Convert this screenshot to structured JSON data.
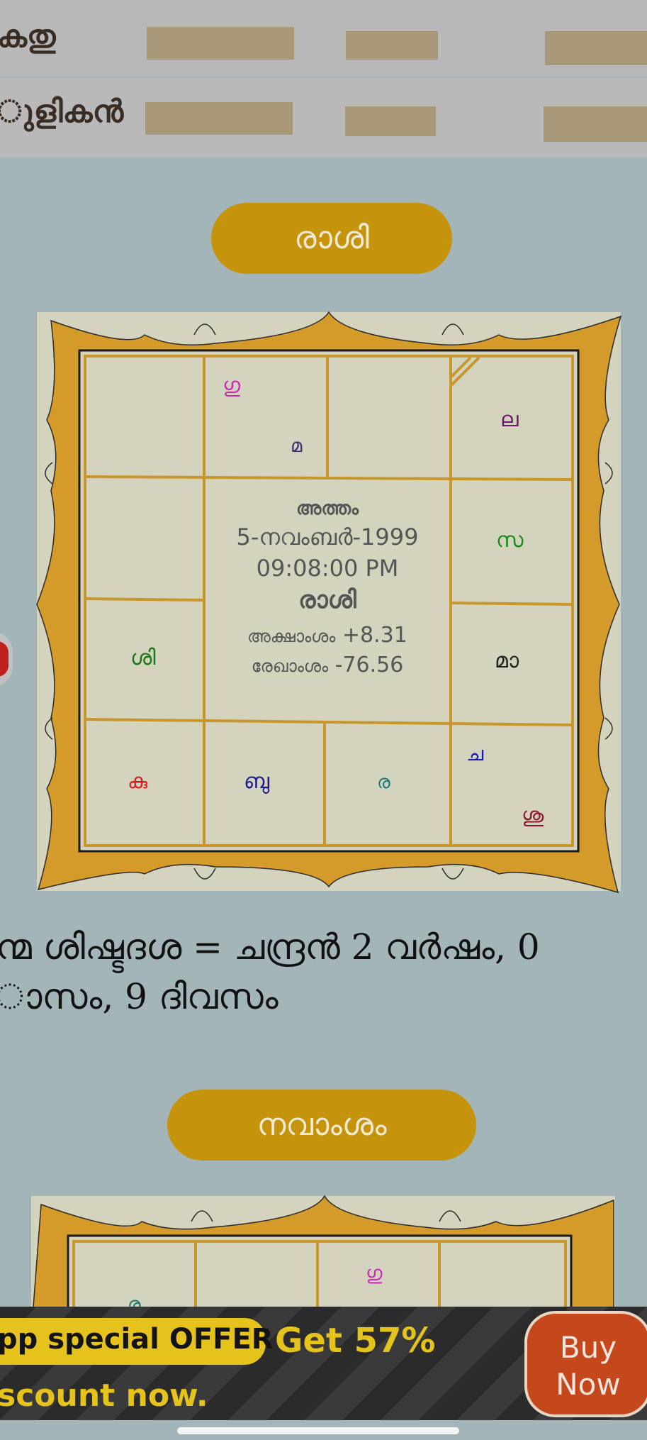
{
  "rows": [
    {
      "name": "കതു"
    },
    {
      "name": "ുളികൻ"
    }
  ],
  "rasi": {
    "button_label": "രാശി",
    "center": {
      "star": "അത്തം",
      "date": "5-നവംബർ-1999",
      "time": "09:08:00 PM",
      "chart_name": "രാശി",
      "lat_label": "അക്ഷാംശം",
      "lat_value": "+8.31",
      "lon_label": "രേഖാംശം",
      "lon_value": "-76.56"
    },
    "cells": {
      "r0c1a": "ഗു",
      "r0c1b": "മ",
      "r0c3": "ല",
      "r1c3": "സ",
      "r2c0": "ശി",
      "r2c3": "മാ",
      "r3c0": "കു",
      "r3c1": "ബു",
      "r3c2": "ര",
      "r3c3a": "ച",
      "r3c3b": "ശു"
    },
    "colors": {
      "frame": "#d49a2a",
      "board": "#d4d3bd",
      "grid": "#c8962d"
    }
  },
  "dasha_text": {
    "line1": "ന്മ ശിഷ്ടദശ = ചന്ദ്രൻ 2 വർഷം, 0",
    "line2": "ാസം, 9 ദിവസം"
  },
  "navamsa": {
    "button_label": "നവാംശം",
    "cells": {
      "r0c2": "ഗു",
      "r0c0": "ര"
    }
  },
  "offer": {
    "pill_text": "pp special OFFER",
    "get_text": "Get 57%",
    "discount_text": "scount now.",
    "buy_line1": "Buy",
    "buy_line2": "Now"
  }
}
